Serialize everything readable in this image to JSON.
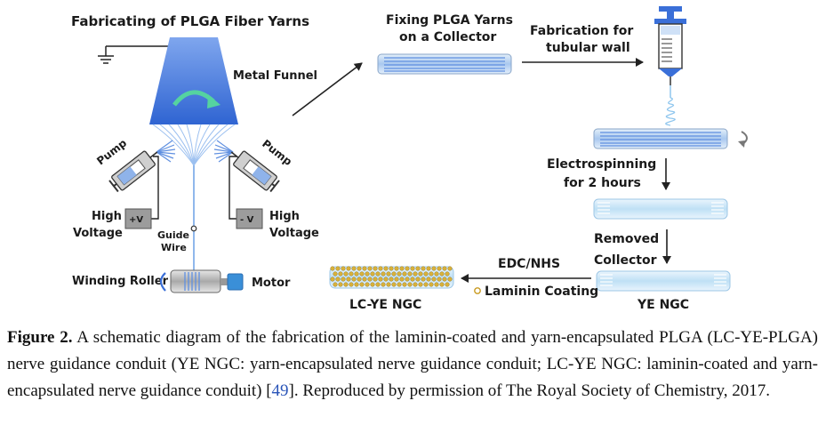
{
  "figure": {
    "labels": {
      "title_fabricating": "Fabricating of PLGA Fiber Yarns",
      "metal_funnel": "Metal Funnel",
      "pump_left": "Pump",
      "pump_right": "Pump",
      "high_voltage_left_1": "High",
      "high_voltage_left_2": "Voltage",
      "high_voltage_right_1": "High",
      "high_voltage_right_2": "Voltage",
      "plus_v": "+V",
      "minus_v": "- V",
      "guide_wire_1": "Guide",
      "guide_wire_2": "Wire",
      "winding_roller": "Winding Roller",
      "motor": "Motor",
      "fixing_1": "Fixing PLGA Yarns",
      "fixing_2": "on a Collector",
      "fabrication_1": "Fabrication for",
      "fabrication_2": "tubular wall",
      "electrospinning_1": "Electrospinning",
      "electrospinning_2": "for 2 hours",
      "removed_1": "Removed",
      "removed_2": "Collector",
      "edc_nhs": "EDC/NHS",
      "laminin_coating": "Laminin Coating",
      "ye_ngc": "YE NGC",
      "lc_ye_ngc": "LC-YE NGC"
    },
    "colors": {
      "funnel": "#3a6fd8",
      "yarn": "#5f8fe0",
      "tube_light": "#bfe0f5",
      "laminin_bead": "#d8b13a"
    }
  },
  "caption": {
    "label": "Figure 2.",
    "text_before_ref": " A schematic diagram of the fabrication of the laminin-coated and yarn-encapsulated PLGA (LC-YE-PLGA) nerve guidance conduit (YE NGC: yarn-encapsulated nerve guidance conduit; LC-YE NGC: laminin-coated and yarn-encapsulated nerve guidance conduit) [",
    "ref": "49",
    "text_after_ref": "]. Reproduced by permission of The Royal Society of Chemistry, 2017."
  }
}
